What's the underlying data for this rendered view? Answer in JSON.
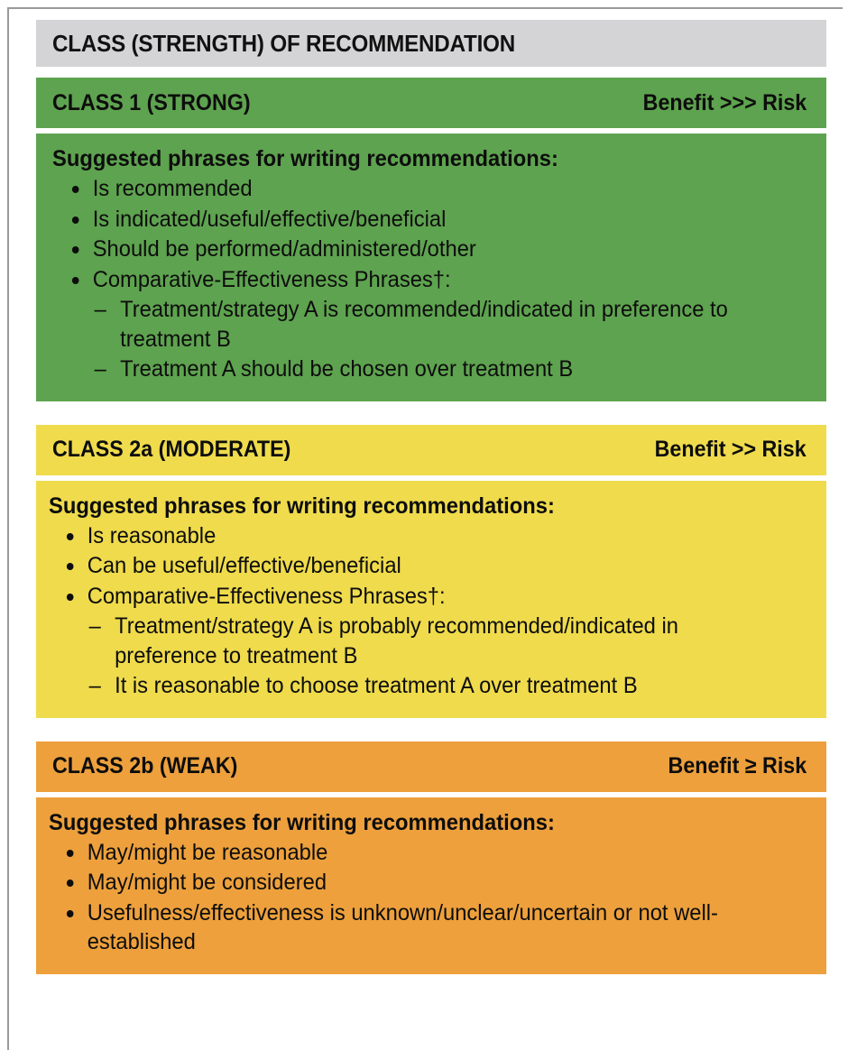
{
  "figure": {
    "title": "CLASS (STRENGTH) OF RECOMMENDATION",
    "title_bg": "#d4d4d6"
  },
  "classes": [
    {
      "id": "class-1",
      "color": "#5ea34f",
      "label": "CLASS 1 (STRONG)",
      "benefit_risk": "Benefit >>> Risk",
      "body_heading": "Suggested phrases for writing recommendations:",
      "bullets": [
        {
          "text": "Is recommended",
          "sub": []
        },
        {
          "text": "Is indicated/useful/effective/beneficial",
          "sub": []
        },
        {
          "text": "Should be performed/administered/other",
          "sub": []
        },
        {
          "text": "Comparative-Effectiveness Phrases†:",
          "sub": [
            "Treatment/strategy A is recommended/indicated in preference to treatment B",
            "Treatment A should be chosen over treatment B"
          ]
        }
      ]
    },
    {
      "id": "class-2a",
      "color": "#efdb4c",
      "label": "CLASS 2a (MODERATE)",
      "benefit_risk": "Benefit >> Risk",
      "body_heading": "Suggested phrases for writing recommendations:",
      "bullets": [
        {
          "text": "Is reasonable",
          "sub": []
        },
        {
          "text": "Can be useful/effective/beneficial",
          "sub": []
        },
        {
          "text": "Comparative-Effectiveness Phrases†:",
          "sub": [
            "Treatment/strategy A is probably recommended/indicated in preference to treatment B",
            "It is reasonable to choose treatment A over treatment B"
          ]
        }
      ]
    },
    {
      "id": "class-2b",
      "color": "#eda03c",
      "label": "CLASS 2b (WEAK)",
      "benefit_risk": "Benefit ≥ Risk",
      "body_heading": "Suggested phrases for writing recommendations:",
      "bullets": [
        {
          "text": "May/might be reasonable",
          "sub": []
        },
        {
          "text": "May/might be considered",
          "sub": []
        },
        {
          "text": "Usefulness/effectiveness is unknown/unclear/uncertain or not well-established",
          "sub": []
        }
      ]
    }
  ],
  "symbols": {
    "bullet": "•",
    "dash": "–"
  }
}
